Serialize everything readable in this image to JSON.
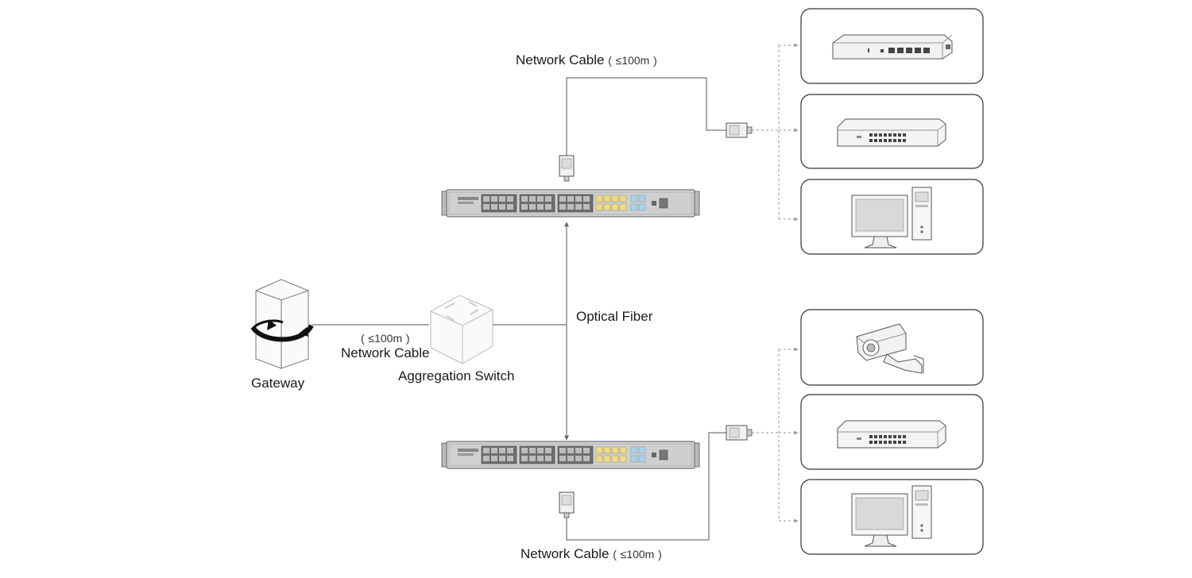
{
  "labels": {
    "gateway": "Gateway",
    "aggregation_switch": "Aggregation Switch",
    "optical_fiber": "Optical Fiber",
    "network_cable": "Network Cable",
    "distance_limit": "≤100m",
    "paren_open": "(",
    "paren_close": ")"
  },
  "devices_top": [
    {
      "name": "desktop-switch-icon"
    },
    {
      "name": "rack-switch-icon"
    },
    {
      "name": "computer-icon"
    }
  ],
  "devices_bottom": [
    {
      "name": "camera-icon"
    },
    {
      "name": "rack-switch-icon"
    },
    {
      "name": "computer-icon"
    }
  ],
  "colors": {
    "line": "#555555",
    "dashed": "#888888",
    "box_border": "#333333",
    "sfp_yellow": "#f1dc7a",
    "sfp_blue": "#a9d3ef",
    "switch_body": "#c9c9c9"
  }
}
